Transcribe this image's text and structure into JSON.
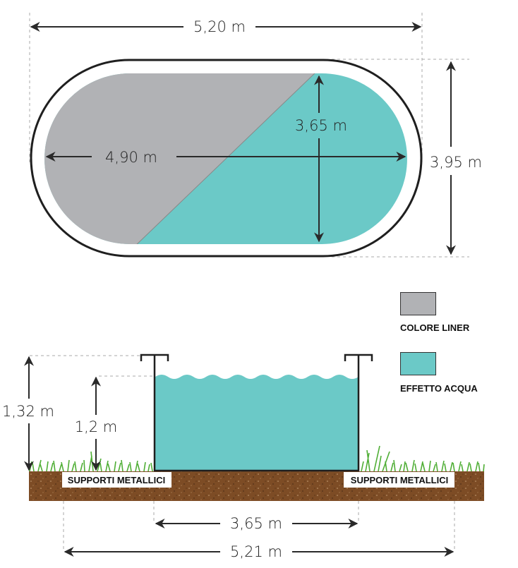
{
  "top_view": {
    "overall_length": "5,20 m",
    "overall_width": "3,95 m",
    "inner_length": "4,90 m",
    "inner_width": "3,65 m"
  },
  "legend": {
    "items": [
      {
        "label": "COLORE LINER",
        "color": "#b1b2b5"
      },
      {
        "label": "EFFETTO ACQUA",
        "color": "#6bc9c7"
      }
    ]
  },
  "side_view": {
    "total_height": "1,32 m",
    "water_height": "1,2 m",
    "support_label_left": "SUPPORTI METALLICI",
    "support_label_right": "SUPPORTI METALLICI",
    "inner_width": "3,65 m",
    "overall_width": "5,21 m"
  },
  "colors": {
    "liner": "#b1b2b5",
    "water": "#6bc9c7",
    "soil": "#7a4a24",
    "grass": "#5bb53a",
    "outline": "#1f1f1f"
  }
}
